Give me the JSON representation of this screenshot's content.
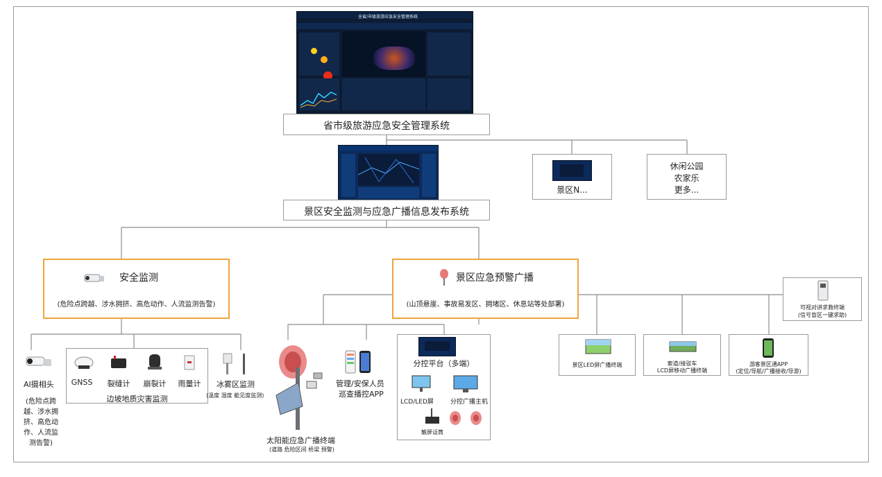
{
  "top": {
    "screen_title": "全省/市级旅游应急安全管理系统",
    "title": "省市级旅游应急安全管理系统"
  },
  "mid": {
    "title": "景区安全监测与应急广播信息发布系统",
    "side1": "景区N...",
    "side2_lines": [
      "休闲公园",
      "农家乐",
      "更多..."
    ]
  },
  "left": {
    "title": "安全监测",
    "subtitle": "(危险点跨越、涉水拥挤、高危动作、人流监测告警)",
    "ai_label": "AI摄相头",
    "ai_desc_lines": [
      "(危险点跨",
      "越、涉水拥",
      "挤、高危动",
      "作、人流监",
      "测告警)"
    ],
    "geo_items": [
      "GNSS",
      "裂缝计",
      "崩裂计",
      "雨量计"
    ],
    "geo_caption": "边坡地质灾害监测",
    "ice_label": "冰雾区监测",
    "ice_desc": "(温度 湿度 能见度监测)"
  },
  "right": {
    "title": "景区应急预警广播",
    "subtitle": "(山顶悬崖、事故易发区、拥堵区、休息站等处部署)",
    "solar_label": "太阳能应急广播终端",
    "solar_desc": "(道路 危险区间 桥梁 预警)",
    "app_label_lines": [
      "管理/安保人员",
      "巡查播控APP"
    ],
    "platform_title": "分控平台（多端）",
    "lcd_label": "LCD/LED屏",
    "host_label": "分控广播主机",
    "mic_label": "触屏话筒",
    "led_label": "景区LED屏广播终端",
    "cable_lines": [
      "索道/接驳车",
      "LCD屏移动广播终端"
    ],
    "visitor_lines": [
      "游客景区通APP",
      "(定位/导航/广播接收/导游)"
    ],
    "intercom_lines": [
      "可视对讲求救终端",
      "(信号盲区一键求助)"
    ]
  }
}
